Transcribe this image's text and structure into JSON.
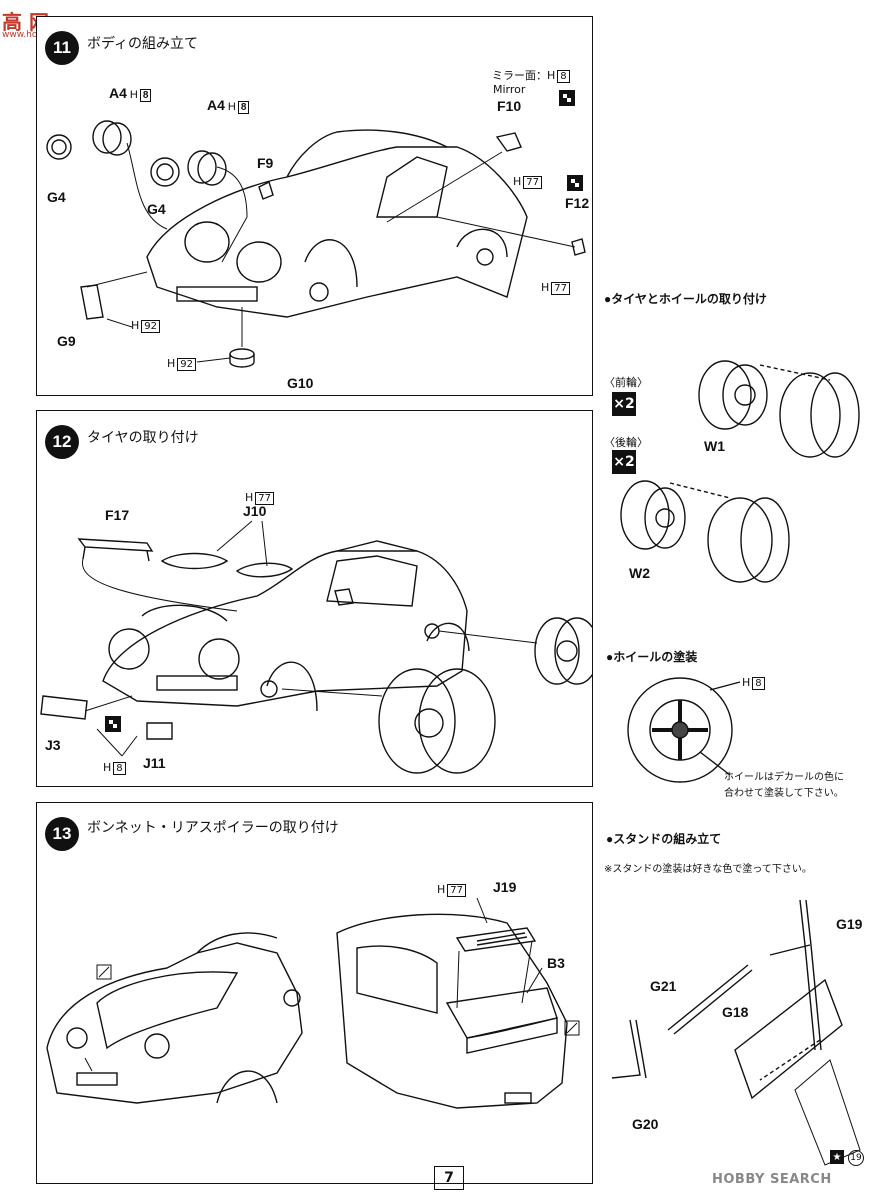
{
  "watermark_top": {
    "logo": "高 网",
    "url": "www.hobbysearch..."
  },
  "watermark_bottom": "HOBBY SEARCH",
  "page_number": "7",
  "step11": {
    "number": "11",
    "title": "ボディの組み立て",
    "labels": {
      "a4_1": "A4",
      "a4_1_h": "H",
      "a4_1_hv": "8",
      "a4_2": "A4",
      "a4_2_h": "H",
      "a4_2_hv": "8",
      "g4_1": "G4",
      "g4_2": "G4",
      "f9": "F9",
      "mirror_jp": "ミラー面：H",
      "mirror_hv": "8",
      "mirror_en": "Mirror",
      "f10": "F10",
      "f10_h": "H",
      "f10_hv": "77",
      "f12": "F12",
      "f12_h": "H",
      "f12_hv": "77",
      "g9": "G9",
      "g9_h": "H",
      "g9_hv": "92",
      "g10": "G10",
      "g10_h": "H",
      "g10_hv": "92"
    }
  },
  "step12": {
    "number": "12",
    "title": "タイヤの取り付け",
    "labels": {
      "f17": "F17",
      "j10": "J10",
      "j10_h": "H",
      "j10_hv": "77",
      "j3": "J3",
      "j11": "J11",
      "j_h": "H",
      "j_hv": "8"
    }
  },
  "step13": {
    "number": "13",
    "title": "ボンネット・リアスポイラーの取り付け",
    "labels": {
      "j19": "J19",
      "j19_h": "H",
      "j19_hv": "77",
      "b3": "B3"
    }
  },
  "side": {
    "tire_wheel_title": "●タイヤとホイールの取り付け",
    "front": "〈前輪〉",
    "front_x": "×2",
    "rear": "〈後輪〉",
    "rear_x": "×2",
    "w1": "W1",
    "w2": "W2",
    "wheel_paint_title": "●ホイールの塗装",
    "wheel_h": "H",
    "wheel_hv": "8",
    "wheel_note_1": "ホイールはデカールの色に",
    "wheel_note_2": "合わせて塗装して下さい。",
    "stand_title": "●スタンドの組み立て",
    "stand_note": "※スタンドの塗装は好きな色で塗って下さい。",
    "g19": "G19",
    "g21": "G21",
    "g18": "G18",
    "g20": "G20",
    "decal_num": "19"
  }
}
